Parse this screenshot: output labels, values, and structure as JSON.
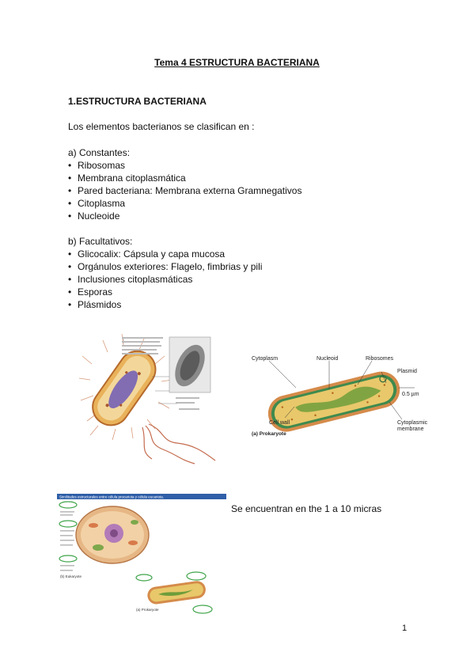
{
  "document": {
    "title": "Tema 4 ESTRUCTURA BACTERIANA",
    "section_heading": "1.ESTRUCTURA BACTERIANA",
    "intro": "Los elementos bacterianos se clasifican en :",
    "constantes": {
      "heading": "a)  Constantes:",
      "items": [
        "Ribosomas",
        "Membrana citoplasmática",
        "Pared bacteriana: Membrana externa Gramnegativos",
        "Citoplasma",
        "Nucleoide"
      ]
    },
    "facultativos": {
      "heading": "b) Facultativos:",
      "items": [
        "Glicocalix: Cápsula y capa mucosa",
        "Orgánulos exteriores: Flagelo, fimbrias y pili",
        "Inclusiones citoplasmáticas",
        "Esporas",
        "Plásmidos"
      ]
    },
    "size_note": "Se encuentran en the 1 a 10 micras",
    "page_number": "1"
  },
  "figure_prokaryote": {
    "labels": {
      "cytoplasm": "Cytoplasm",
      "nucleoid": "Nucleoid",
      "ribosomes": "Ribosomes",
      "plasmid": "Plasmid",
      "scale": "0.5 µm",
      "cell_wall": "Cell wall",
      "cytoplasmic_membrane_1": "Cytoplasmic",
      "cytoplasmic_membrane_2": "membrane",
      "caption": "(a) Prokaryote"
    }
  },
  "figure_comparison": {
    "banner": "Similitudes estructurales entre célula procariota y célula eucariota.",
    "caption_eukaryote": "(b) Eukaryote",
    "caption_prokaryote": "(a) Prokaryote"
  },
  "colors": {
    "banner": "#2f5fa8",
    "cytoplasm_yellow": "#e8c86a",
    "membrane_green": "#3f8a4e",
    "wall_orange": "#d58b4a"
  }
}
